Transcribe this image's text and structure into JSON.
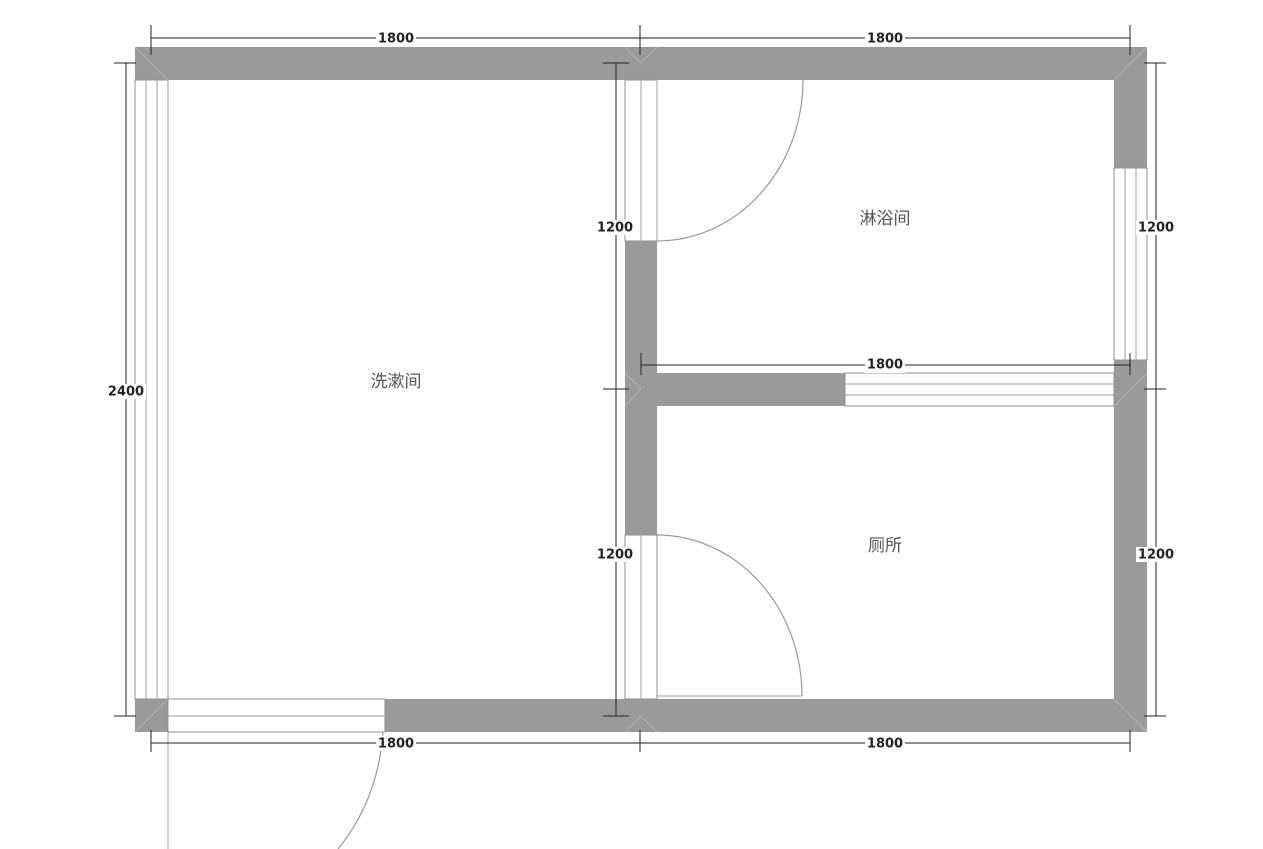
{
  "rooms": {
    "washroom": "洗漱间",
    "shower": "淋浴间",
    "toilet": "厕所"
  },
  "dimensions": {
    "top_left": "1800",
    "top_right": "1800",
    "bottom_left": "1800",
    "bottom_right": "1800",
    "middle_partition": "1800",
    "left_overall": "2400",
    "inner_upper": "1200",
    "inner_lower": "1200",
    "right_upper": "1200",
    "right_lower": "1200"
  },
  "colors": {
    "wall": "#9a9a9a",
    "dimension_line": "#222222",
    "room_label": "#555555"
  }
}
